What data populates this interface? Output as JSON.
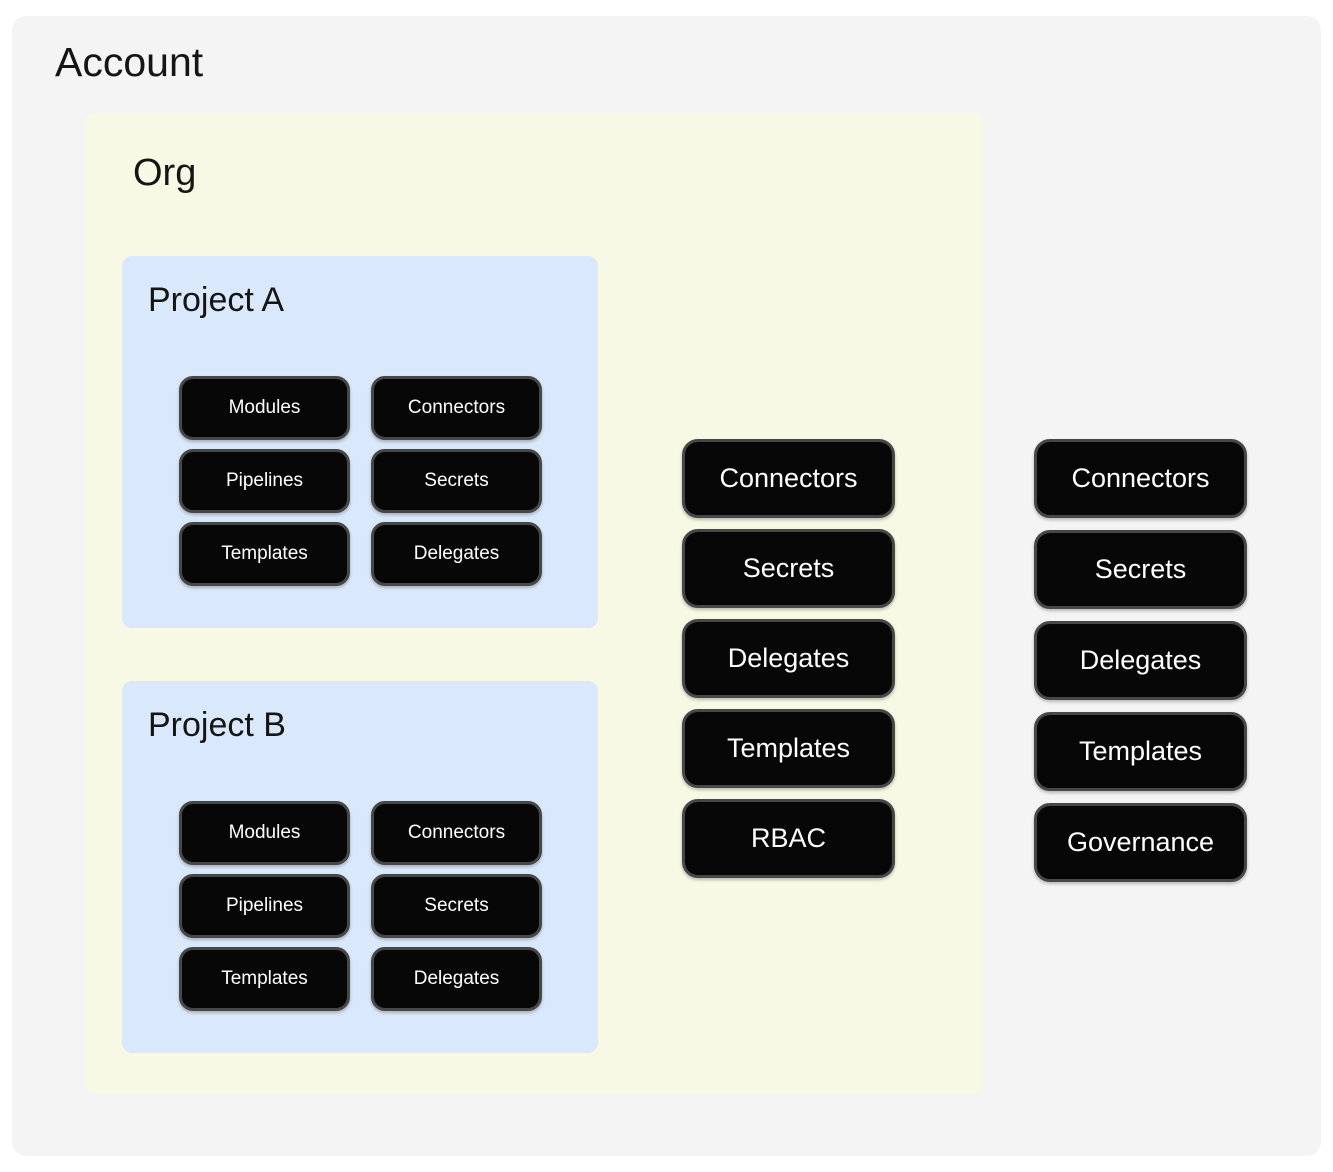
{
  "account": {
    "label": "Account",
    "resources": [
      "Connectors",
      "Secrets",
      "Delegates",
      "Templates",
      "Governance"
    ]
  },
  "org": {
    "label": "Org",
    "resources": [
      "Connectors",
      "Secrets",
      "Delegates",
      "Templates",
      "RBAC"
    ],
    "projects": [
      {
        "label": "Project A",
        "resources": [
          "Modules",
          "Connectors",
          "Pipelines",
          "Secrets",
          "Templates",
          "Delegates"
        ]
      },
      {
        "label": "Project B",
        "resources": [
          "Modules",
          "Connectors",
          "Pipelines",
          "Secrets",
          "Templates",
          "Delegates"
        ]
      }
    ]
  },
  "colors": {
    "account_bg": "#f4f4f4",
    "org_bg": "#f7f9e5",
    "project_bg": "#d9e9fb",
    "node_bg": "#070707",
    "node_border": "#474747",
    "node_text": "#ffffff"
  }
}
